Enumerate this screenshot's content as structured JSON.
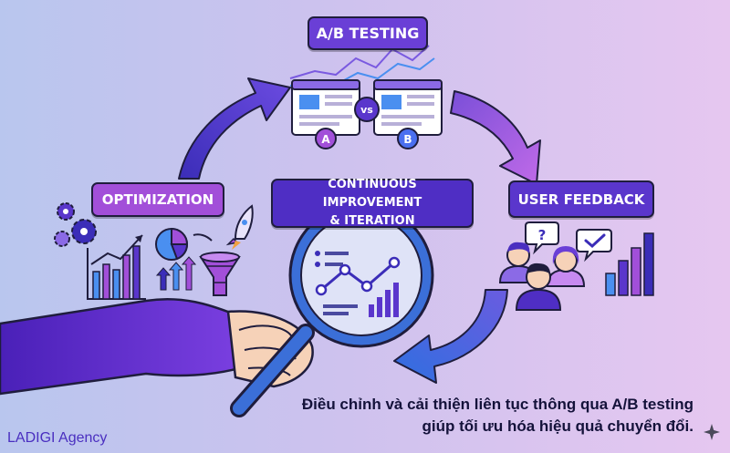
{
  "labels": {
    "ab_testing": "A/B TESTING",
    "optimization": "OPTIMIZATION",
    "continuous_line1": "CONTINUOUS IMPROVEMENT",
    "continuous_line2": "& ITERATION",
    "user_feedback": "USER FEEDBACK"
  },
  "ab_panel": {
    "vs": "vs",
    "variant_a": "A",
    "variant_b": "B"
  },
  "feedback": {
    "question_mark": "?"
  },
  "caption": {
    "line1": "Điều chỉnh và cải thiện liên tục thông qua A/B testing",
    "line2": "giúp tối ưu hóa hiệu quả chuyển đổi."
  },
  "brand": "LADIGI Agency",
  "icons": [
    "trend-line-icon",
    "browser-window-icon",
    "gear-icon",
    "pie-chart-icon",
    "rocket-icon",
    "funnel-icon",
    "bar-chart-icon",
    "up-arrows-icon",
    "question-bubble-icon",
    "checkmark-bubble-icon",
    "user-avatar-icon",
    "magnifying-glass-icon",
    "hand-icon",
    "cycle-arrow-icon"
  ],
  "colors": {
    "dark_violet": "#4f2ec4",
    "violet": "#6a3fd6",
    "purple": "#a24fd9",
    "blue": "#2f6fe0",
    "text_dark": "#14123a"
  }
}
